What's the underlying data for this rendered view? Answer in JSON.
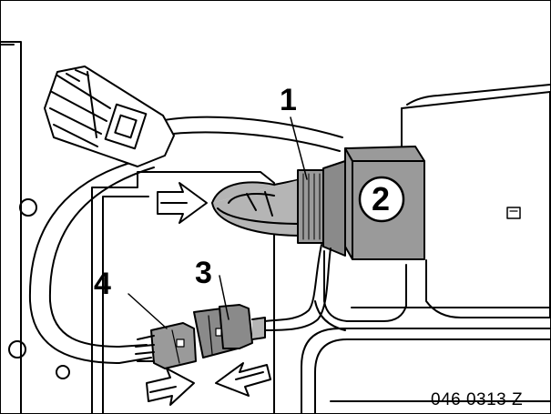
{
  "figure": {
    "callouts": {
      "c1": "1",
      "c2": "2",
      "c3": "3",
      "c4": "4"
    },
    "reference_code": "046 0313 Z"
  },
  "colors": {
    "line": "#000000",
    "connector_gray": "#9a9a9a",
    "connector_dark": "#8a8a8a",
    "wire_gray": "#b5b5b5",
    "background": "#ffffff"
  },
  "icons": [
    "push-arrow-icon",
    "push-arrow-icon",
    "pull-arrow-icon"
  ]
}
